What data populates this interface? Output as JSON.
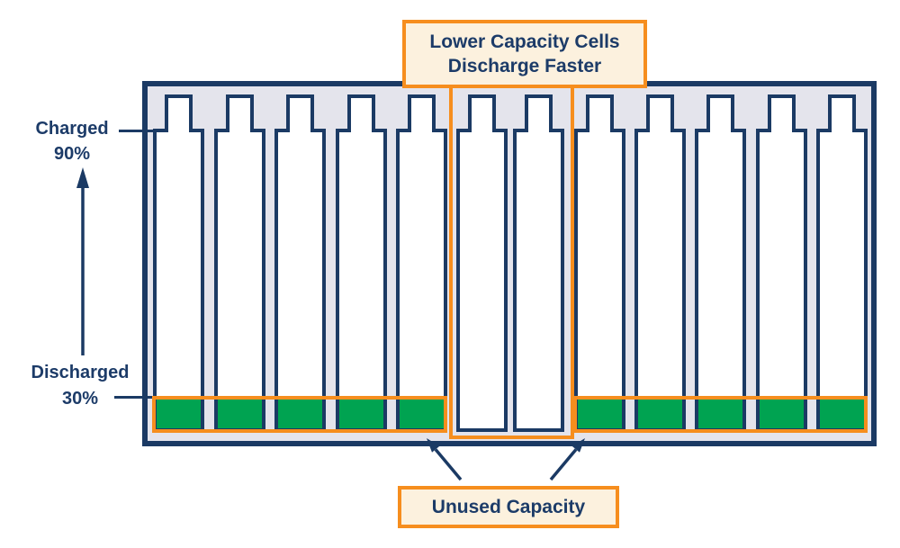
{
  "diagram": {
    "top_callout": {
      "line1": "Lower Capacity Cells",
      "line2": "Discharge Faster"
    },
    "bottom_callout": "Unused Capacity",
    "left_axis": {
      "charged_label": "Charged",
      "charged_value": "90%",
      "discharged_label": "Discharged",
      "discharged_value": "30%"
    },
    "battery": {
      "cell_count": 12,
      "cells": [
        "charged",
        "charged",
        "charged",
        "charged",
        "charged",
        "low",
        "low",
        "charged",
        "charged",
        "charged",
        "charged",
        "charged"
      ],
      "low_capacity_cell_positions": [
        6,
        7
      ],
      "charged_level_percent": 90,
      "discharged_level_percent": 30
    },
    "colors": {
      "navy": "#1B3A64",
      "orange": "#F68E1E",
      "green": "#00A351",
      "cream": "#FCF1DE",
      "panel_gray": "#E4E4EC"
    }
  }
}
